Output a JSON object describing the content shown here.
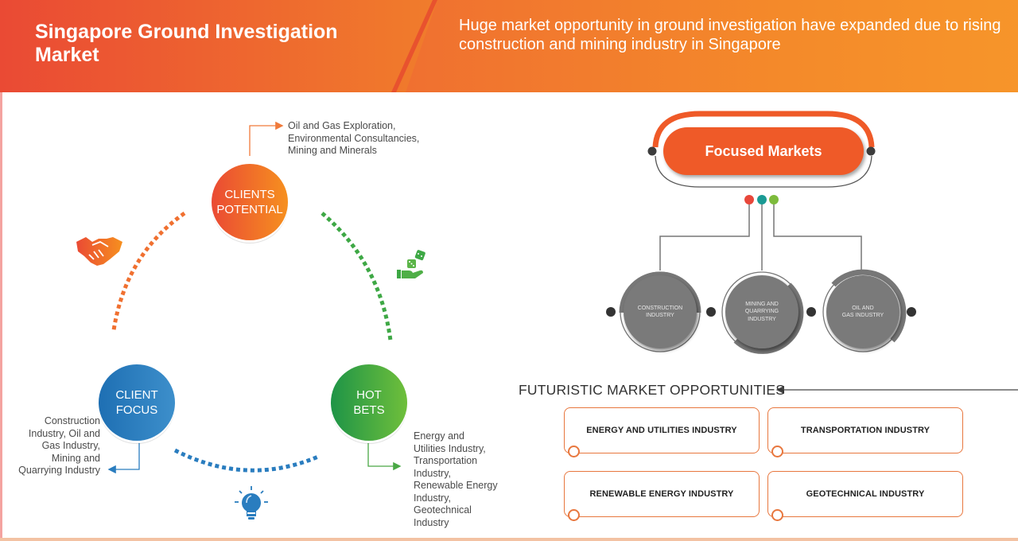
{
  "header": {
    "title": "Singapore Ground Investigation Market",
    "subtitle": "Huge market opportunity in ground investigation have expanded due to rising construction and mining industry in Singapore"
  },
  "cycle": {
    "clients_potential": {
      "label_line1": "CLIENTS",
      "label_line2": "POTENTIAL",
      "description_lines": [
        "Oil and Gas Exploration,",
        "Environmental Consultancies,",
        "Mining and Minerals"
      ],
      "color": "#f06a2c"
    },
    "client_focus": {
      "label_line1": "CLIENT",
      "label_line2": "FOCUS",
      "description_lines": [
        "Construction",
        "Industry, Oil and",
        "Gas Industry,",
        "Mining and",
        "Quarrying Industry"
      ],
      "color": "#2a7dbf"
    },
    "hot_bets": {
      "label_line1": "HOT",
      "label_line2": "BETS",
      "description_lines": [
        "Energy and",
        "Utilities Industry,",
        "Transportation",
        "Industry,",
        "Renewable Energy",
        "Industry,",
        "Geotechnical",
        "Industry"
      ],
      "color": "#3eaa44"
    },
    "icons": {
      "handshake": "handshake-icon",
      "dice_hand": "dice-in-hand-icon",
      "lightbulb": "lightbulb-icon"
    }
  },
  "focused_markets": {
    "title": "Focused Markets",
    "dot_colors": [
      "#e8473a",
      "#1a9a94",
      "#7dbb3c"
    ],
    "segments": [
      {
        "line1": "CONSTRUCTION",
        "line2": "INDUSTRY",
        "line3": ""
      },
      {
        "line1": "MINING AND",
        "line2": "QUARRYING",
        "line3": "INDUSTRY"
      },
      {
        "line1": "OIL AND",
        "line2": "GAS INDUSTRY",
        "line3": ""
      }
    ]
  },
  "opportunities": {
    "title": "FUTURISTIC MARKET OPPORTUNITIES",
    "items": [
      "ENERGY AND UTILITIES INDUSTRY",
      "TRANSPORTATION INDUSTRY",
      "RENEWABLE ENERGY INDUSTRY",
      "GEOTECHNICAL INDUSTRY"
    ]
  }
}
